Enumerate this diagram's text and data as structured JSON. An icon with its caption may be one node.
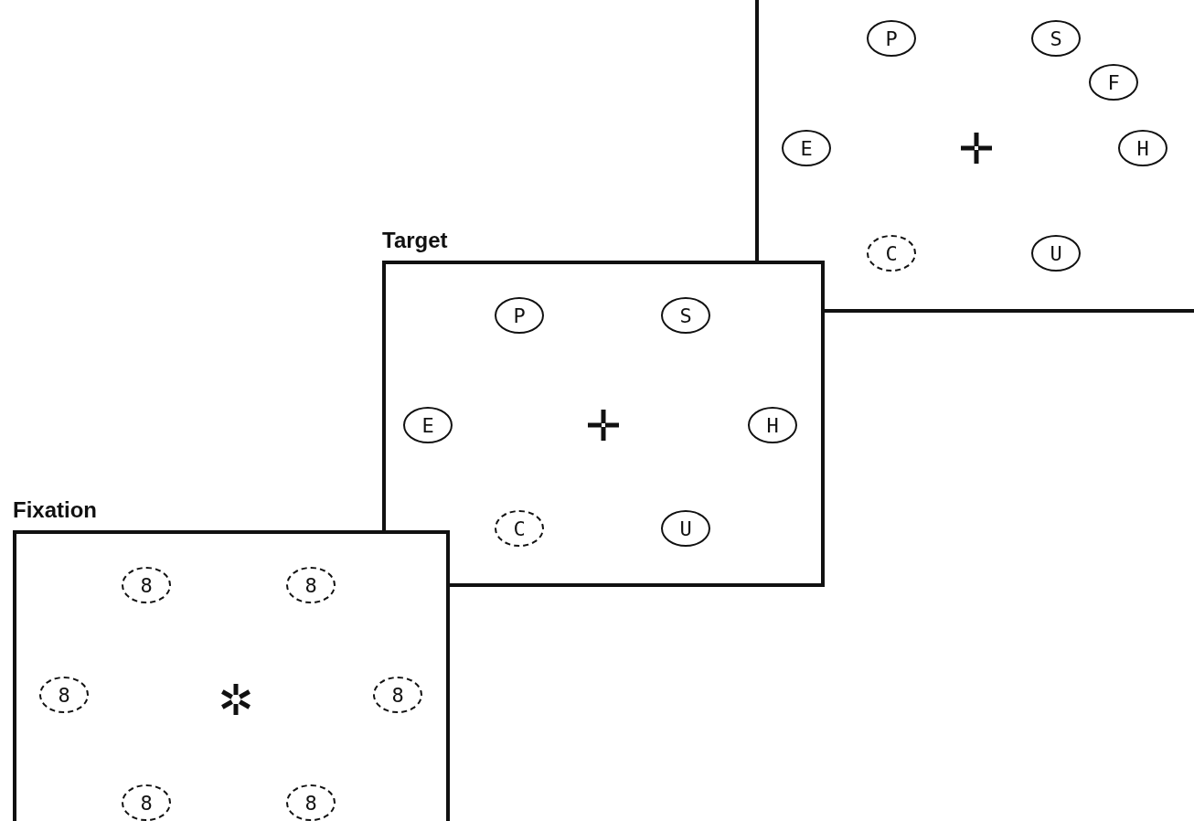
{
  "diagram": {
    "nodes": [
      {
        "text": [
          "Fixation"
        ]
      },
      {
        "text": [
          "8"
        ],
        "in": 0
      },
      {
        "text": [
          "8"
        ],
        "in": 0
      },
      {
        "text": [
          "8"
        ],
        "in": 0
      },
      {
        "text": [
          "8"
        ],
        "in": 0
      },
      {
        "text": [
          "8"
        ],
        "in": 0
      },
      {
        "text": [
          "8"
        ],
        "in": 0
      },
      {
        "text": [
          "Target"
        ]
      },
      {
        "text": [
          "P"
        ],
        "in": 7
      },
      {
        "text": [
          "S"
        ],
        "in": 7
      },
      {
        "text": [
          "E"
        ],
        "in": 7
      },
      {
        "text": [
          "H"
        ],
        "in": 7
      },
      {
        "text": [
          "C"
        ],
        "in": 7
      },
      {
        "text": [
          "U"
        ],
        "in": 7
      },
      {
        "text": [],
        "shape": "box"
      },
      {
        "text": [
          "P"
        ],
        "in": 14
      },
      {
        "text": [
          "S"
        ],
        "in": 14
      },
      {
        "text": [
          "F"
        ],
        "in": 14
      },
      {
        "text": [
          "E"
        ],
        "in": 14
      },
      {
        "text": [
          "H"
        ],
        "in": 14
      },
      {
        "text": [
          "C"
        ],
        "in": 14
      },
      {
        "text": [
          "U"
        ],
        "in": 14
      }
    ]
  }
}
